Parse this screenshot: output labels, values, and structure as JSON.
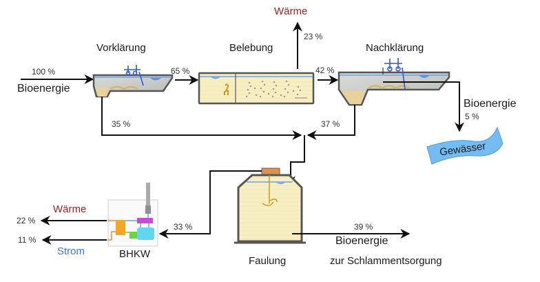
{
  "diagram": {
    "stages": {
      "vorklaerung": "Vorklärung",
      "belebung": "Belebung",
      "nachklaerung": "Nachklärung",
      "faulung": "Faulung",
      "bhkw": "BHKW",
      "gewaesser": "Gewässer"
    },
    "flows": {
      "input_pct": "100 %",
      "input_label": "Bioenergie",
      "vk_to_bel_pct": "65 %",
      "vk_to_sludge_pct": "35 %",
      "bel_heat_label": "Wärme",
      "bel_heat_pct": "23 %",
      "bel_to_nk_pct": "42 %",
      "nk_to_sludge_pct": "37 %",
      "nk_out_label": "Bioenergie",
      "nk_out_pct": "5 %",
      "faul_to_bhkw_pct": "33 %",
      "bhkw_heat_label": "Wärme",
      "bhkw_heat_pct": "22 %",
      "bhkw_power_label": "Strom",
      "bhkw_power_pct": "11 %",
      "sludge_pct": "39 %",
      "sludge_label": "Bioenergie",
      "sludge_dest": "zur Schlammentsorgung"
    },
    "colors": {
      "heat": "#a32020",
      "power": "#3a78e0",
      "water": "#6fb8f0",
      "sludge_fill": "#f7efc2"
    }
  }
}
